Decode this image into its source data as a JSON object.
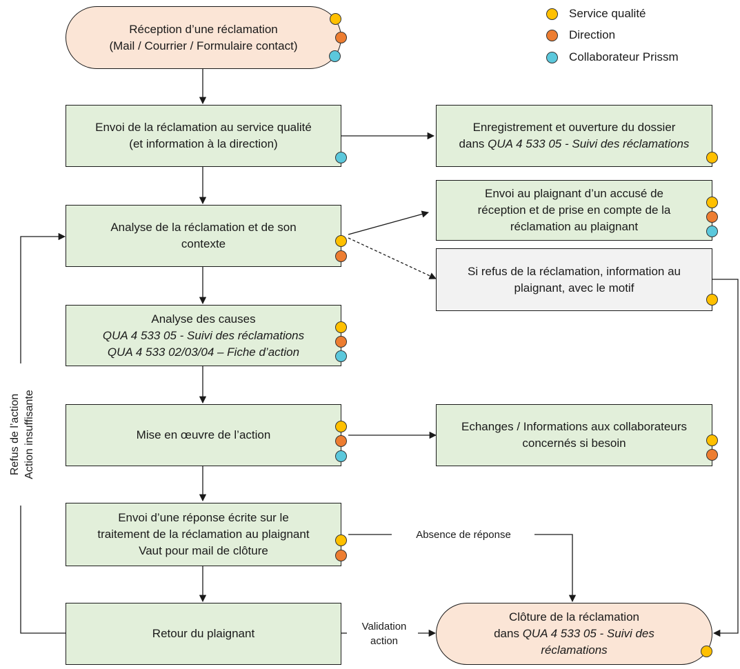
{
  "colors": {
    "service_qualite": "#ffc000",
    "direction": "#ed7d31",
    "collaborateur": "#5bc8dc",
    "box_green": "#e2efda",
    "box_grey": "#f2f2f2",
    "box_peach": "#fbe5d6"
  },
  "legend": {
    "service_qualite": "Service qualité",
    "direction": "Direction",
    "collaborateur": "Collaborateur Prissm"
  },
  "nodes": {
    "reception": {
      "line1": "Réception d’une réclamation",
      "line2": "(Mail / Courrier / Formulaire contact)"
    },
    "envoi_service": {
      "line1": "Envoi de la réclamation au service qualité",
      "line2": "(et information à la direction)"
    },
    "enregistrement": {
      "line1": "Enregistrement et ouverture du dossier",
      "line2_prefix": "dans ",
      "line2_ref": "QUA 4 533 05 - Suivi des réclamations"
    },
    "accuse": {
      "line1": "Envoi au plaignant d’un accusé de",
      "line2": "réception et de prise en compte de la",
      "line3": "réclamation au plaignant"
    },
    "analyse_reclamation": {
      "line1": "Analyse de la réclamation et de son",
      "line2": "contexte"
    },
    "refus": {
      "line1": "Si refus de la réclamation, information au",
      "line2": "plaignant, avec le motif"
    },
    "analyse_causes": {
      "line1": "Analyse des causes",
      "line2": "QUA 4 533 05 - Suivi des réclamations",
      "line3": "QUA 4 533 02/03/04 – Fiche d’action"
    },
    "mise_en_oeuvre": {
      "line1": "Mise en œuvre de l’action"
    },
    "echanges": {
      "line1": "Echanges / Informations aux collaborateurs",
      "line2": "concernés si besoin"
    },
    "reponse": {
      "line1": "Envoi d’une réponse écrite sur le",
      "line2": "traitement de la réclamation au plaignant",
      "line3": "Vaut pour mail de clôture"
    },
    "retour": {
      "line1": "Retour du plaignant"
    },
    "cloture": {
      "line1": "Clôture de la réclamation",
      "line2_prefix": "dans ",
      "line2_ref": "QUA 4 533 05 - Suivi des",
      "line3_ref": "réclamations"
    }
  },
  "edge_labels": {
    "absence": "Absence de réponse",
    "validation_line1": "Validation",
    "validation_line2": "action",
    "refus_line1": "Refus de l’action",
    "refus_line2": "Action insuffisante"
  }
}
